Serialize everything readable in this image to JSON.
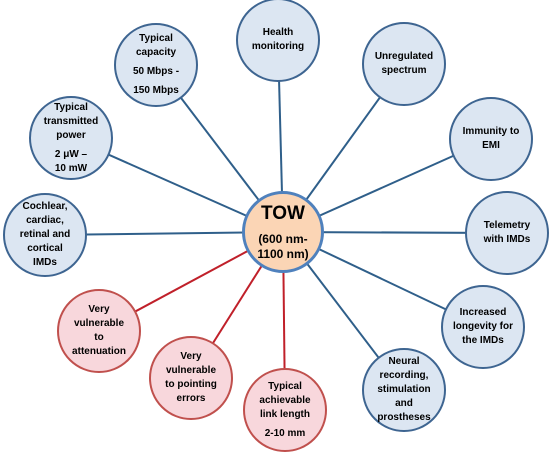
{
  "center": {
    "title": "TOW",
    "line1": "(600 nm-",
    "line2": "1100 nm)"
  },
  "nodes": {
    "health": [
      "Health",
      "monitoring"
    ],
    "capacity": [
      "Typical",
      "capacity",
      "50 Mbps -",
      "150 Mbps"
    ],
    "unregulated": [
      "Unregulated",
      "spectrum"
    ],
    "power": [
      "Typical",
      "transmitted",
      "power",
      "2 μW –",
      "10 mW"
    ],
    "immunity": [
      "Immunity to",
      "EMI"
    ],
    "cochlear": [
      "Cochlear,",
      "cardiac,",
      "retinal and",
      "cortical",
      "IMDs"
    ],
    "telemetry": [
      "Telemetry",
      "with IMDs"
    ],
    "attenuation": [
      "Very",
      "vulnerable",
      "to",
      "attenuation"
    ],
    "longevity": [
      "Increased",
      "longevity for",
      "the IMDs"
    ],
    "pointing": [
      "Very",
      "vulnerable",
      "to  pointing",
      "errors"
    ],
    "neural": [
      "Neural",
      "recording,",
      "stimulation",
      "and",
      "prostheses"
    ],
    "link": [
      "Typical",
      "achievable",
      "link length",
      "2-10 mm"
    ]
  },
  "colors": {
    "blue_fill": "#dce6f2",
    "blue_stroke": "#3e6591",
    "red_fill": "#f8d7dc",
    "red_stroke": "#c0504d",
    "center_fill": "#fbd5b5",
    "center_stroke": "#4f81bd"
  }
}
